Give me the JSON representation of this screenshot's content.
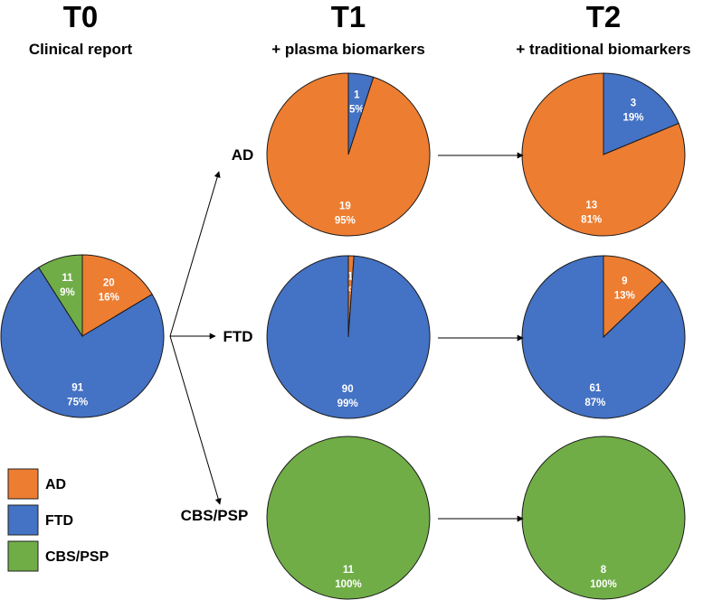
{
  "headers": {
    "t0": {
      "title": "T0",
      "subtitle": "Clinical report"
    },
    "t1": {
      "title": "T1",
      "subtitle": "+ plasma biomarkers"
    },
    "t2": {
      "title": "T2",
      "subtitle": "+ traditional biomarkers"
    }
  },
  "row_labels": {
    "ad": "AD",
    "ftd": "FTD",
    "cbs": "CBS/PSP"
  },
  "colors": {
    "AD": "#ED7D31",
    "FTD": "#4472C4",
    "CBS/PSP": "#70AD47"
  },
  "legend": [
    {
      "label": "AD",
      "color": "#ED7D31"
    },
    {
      "label": "FTD",
      "color": "#4472C4"
    },
    {
      "label": "CBS/PSP",
      "color": "#70AD47"
    }
  ],
  "chart_data": [
    {
      "type": "pie",
      "id": "T0",
      "title": "T0",
      "slices": [
        {
          "category": "AD",
          "count": "20",
          "percent": "16%"
        },
        {
          "category": "FTD",
          "count": "91",
          "percent": "75%"
        },
        {
          "category": "CBS/PSP",
          "count": "11",
          "percent": "9%"
        }
      ]
    },
    {
      "type": "pie",
      "id": "T1-AD",
      "title": "T1",
      "slices": [
        {
          "category": "FTD",
          "count": "1",
          "percent": "5%"
        },
        {
          "category": "AD",
          "count": "19",
          "percent": "95%"
        }
      ]
    },
    {
      "type": "pie",
      "id": "T1-FTD",
      "title": "T1",
      "slices": [
        {
          "category": "AD",
          "count": "1",
          "percent": "1%"
        },
        {
          "category": "FTD",
          "count": "90",
          "percent": "99%"
        }
      ]
    },
    {
      "type": "pie",
      "id": "T1-CBS",
      "title": "T1",
      "slices": [
        {
          "category": "CBS/PSP",
          "count": "11",
          "percent": "100%"
        }
      ]
    },
    {
      "type": "pie",
      "id": "T2-AD",
      "title": "T2",
      "slices": [
        {
          "category": "FTD",
          "count": "3",
          "percent": "19%"
        },
        {
          "category": "AD",
          "count": "13",
          "percent": "81%"
        }
      ]
    },
    {
      "type": "pie",
      "id": "T2-FTD",
      "title": "T2",
      "slices": [
        {
          "category": "AD",
          "count": "9",
          "percent": "13%"
        },
        {
          "category": "FTD",
          "count": "61",
          "percent": "87%"
        }
      ]
    },
    {
      "type": "pie",
      "id": "T2-CBS",
      "title": "T2",
      "slices": [
        {
          "category": "CBS/PSP",
          "count": "8",
          "percent": "100%"
        }
      ]
    }
  ]
}
